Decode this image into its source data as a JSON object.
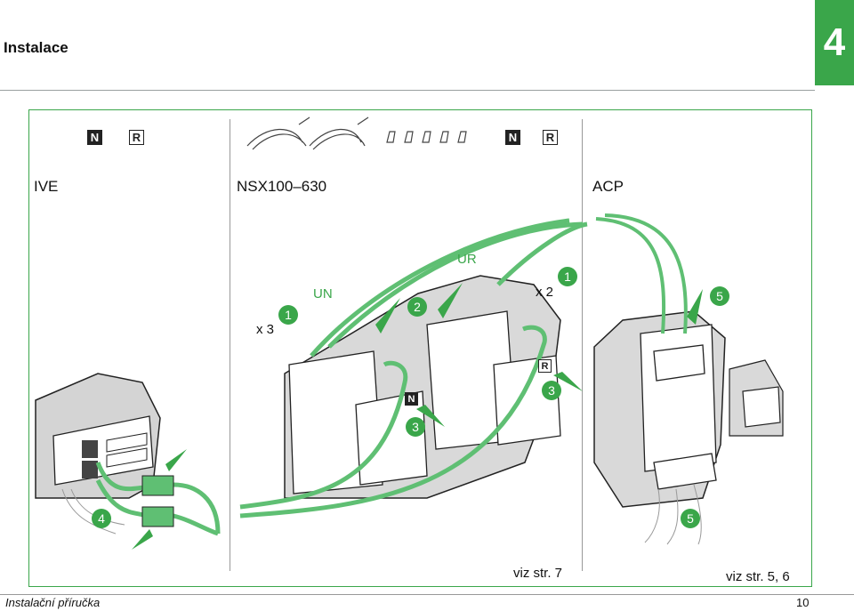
{
  "header": {
    "title": "Instalace",
    "chapter": "4"
  },
  "panel": {
    "top_badges_left": [
      "N",
      "R"
    ],
    "top_badges_right": [
      "N",
      "R"
    ],
    "labels": {
      "ive": "IVE",
      "nsx": "NSX100–630",
      "acp": "ACP"
    },
    "un_label": "UN",
    "ur_label": "UR",
    "qty1": "x 3",
    "qty2": "x 2",
    "steps": [
      "1",
      "2",
      "1",
      "5",
      "3",
      "3",
      "4",
      "5"
    ],
    "module_badges": [
      "N",
      "R"
    ],
    "refs": {
      "ref1": "viz str. 7",
      "ref2": "viz str. 5, 6"
    }
  },
  "footer": {
    "left": "Instalační příručka",
    "page": "10"
  },
  "colors": {
    "accent": "#3aa64a",
    "wire": "#5fbf73"
  }
}
